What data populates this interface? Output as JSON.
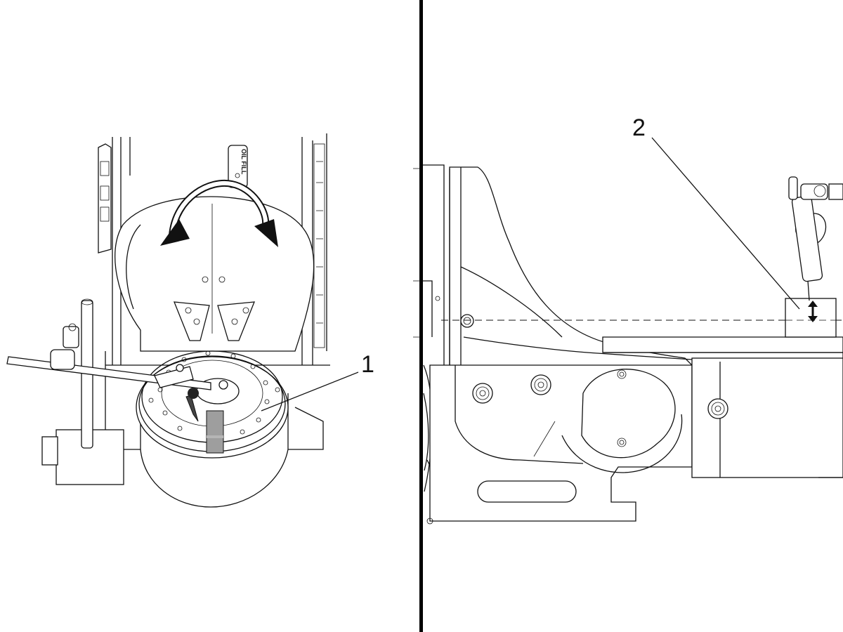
{
  "callouts": {
    "left": "1",
    "right": "2"
  },
  "part_text": {
    "oil_fill": "OIL FILL"
  },
  "colors": {
    "line": "#111111",
    "fill_gray": "#9e9e9e",
    "background": "#ffffff"
  },
  "icons": [
    "rotation-arrow-icon",
    "dial-indicator-icon",
    "updown-arrow-icon"
  ]
}
